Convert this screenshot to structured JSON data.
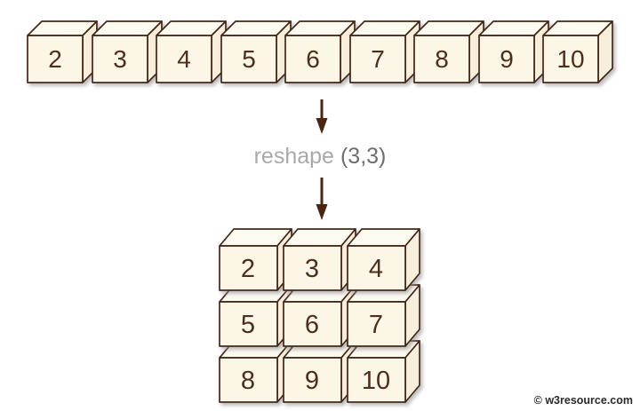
{
  "array_1d": {
    "cells": [
      "2",
      "3",
      "4",
      "5",
      "6",
      "7",
      "8",
      "9",
      "10"
    ]
  },
  "reshape": {
    "label": "reshape",
    "args": "(3,3)"
  },
  "grid_3x3": {
    "rows": [
      [
        "2",
        "3",
        "4"
      ],
      [
        "5",
        "6",
        "7"
      ],
      [
        "8",
        "9",
        "10"
      ]
    ]
  },
  "watermark": {
    "text": "© w3resource.com"
  },
  "icons": {
    "arrow_glyph": "down-arrow"
  },
  "colors": {
    "background": "#FFFFFF",
    "cube_front": "#FCF6E7",
    "cube_top": "#FDFAF0",
    "cube_side": "#F7EFDB",
    "cube_border": "#432715",
    "digit": "#4E2E1A",
    "arrow": "#4A2511",
    "reshape_label": "#A9A9A9",
    "reshape_args": "#6E6E6E",
    "watermark": "#2B2B2B"
  }
}
